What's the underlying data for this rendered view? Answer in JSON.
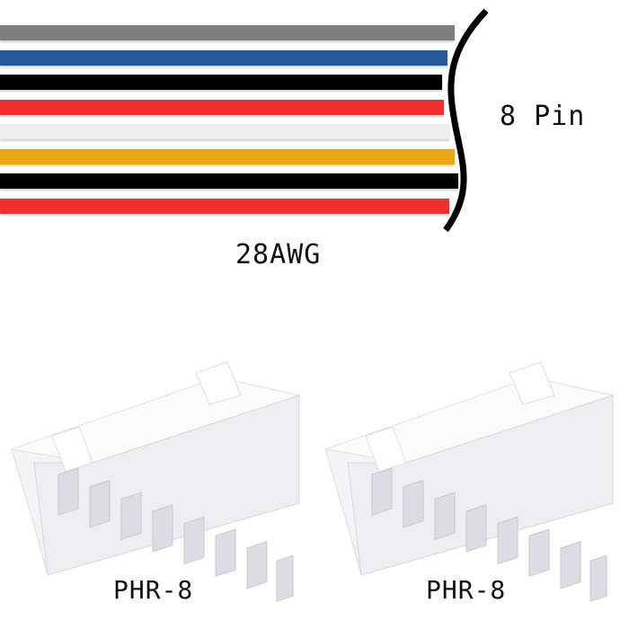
{
  "cable": {
    "pin_label": "8 Pin",
    "gauge_label": "28AWG",
    "wire_colors": [
      "#7f7f7f",
      "#255a9a",
      "#000000",
      "#f22e2e",
      "#efeeec",
      "#e9a715",
      "#000000",
      "#f22e2e"
    ]
  },
  "connectors": [
    {
      "label": "PHR-8"
    },
    {
      "label": "PHR-8"
    }
  ]
}
